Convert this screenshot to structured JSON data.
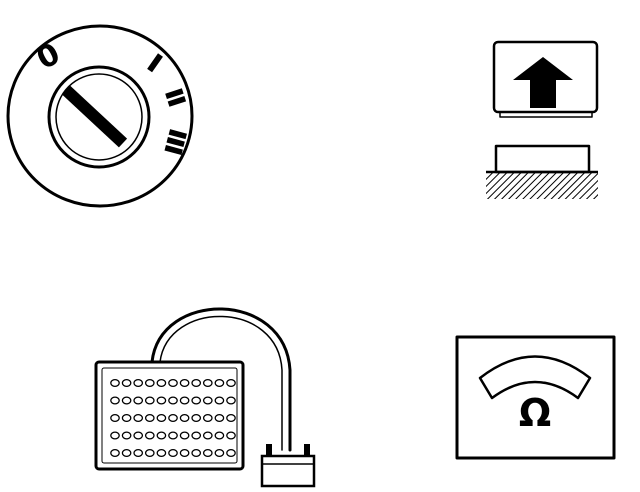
{
  "ignition": {
    "labels": [
      "0",
      "I",
      "II",
      "III"
    ]
  },
  "button_panel": {
    "arrow": "up-arrow-icon"
  },
  "tester": {
    "rows": 5,
    "cols": 11
  },
  "ohmmeter": {
    "unit_symbol": "Ω"
  },
  "colors": {
    "ink": "#000000",
    "paper": "#ffffff"
  }
}
